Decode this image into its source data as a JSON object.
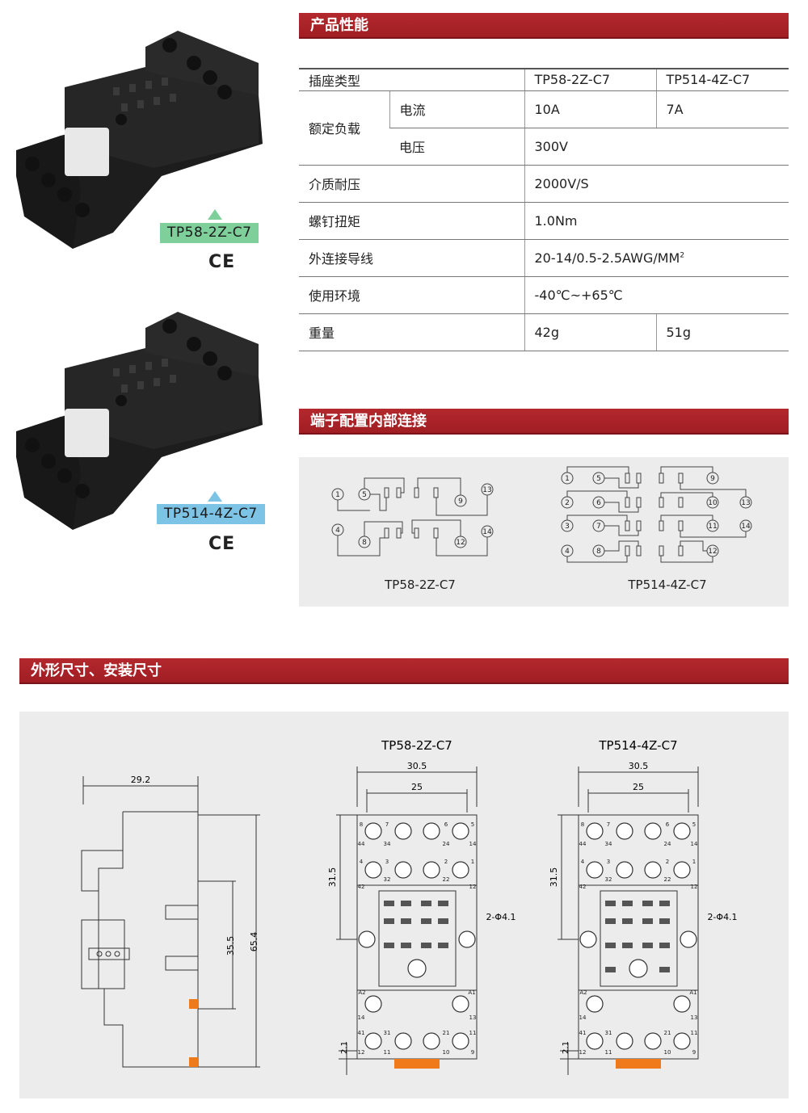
{
  "sections": {
    "performance": "产品性能",
    "terminal": "端子配置内部连接",
    "dimensions": "外形尺寸、安装尺寸"
  },
  "products": [
    {
      "model": "TP58-2Z-C7",
      "cert": "CE",
      "tag_color": "#7fcf9a"
    },
    {
      "model": "TP514-4Z-C7",
      "cert": "CE",
      "tag_color": "#7cc3e6"
    }
  ],
  "spec_table": {
    "header": {
      "label": "插座类型",
      "col1": "TP58-2Z-C7",
      "col2": "TP514-4Z-C7"
    },
    "rated_load": {
      "label": "额定负载",
      "current_label": "电流",
      "current_1": "10A",
      "current_2": "7A",
      "voltage_label": "电压",
      "voltage": "300V"
    },
    "dielectric": {
      "label": "介质耐压",
      "value": "2000V/S"
    },
    "torque": {
      "label": "螺钉扭矩",
      "value": "1.0Nm"
    },
    "wire": {
      "label": "外连接导线",
      "value": "20-14/0.5-2.5AWG/MM",
      "sup": "2"
    },
    "env": {
      "label": "使用环境",
      "value": "-40℃~+65℃"
    },
    "weight": {
      "label": "重量",
      "value_1": "42g",
      "value_2": "51g"
    }
  },
  "wiring": {
    "left_label": "TP58-2Z-C7",
    "right_label": "TP514-4Z-C7",
    "left_terminals": [
      "1",
      "5",
      "9",
      "13",
      "4",
      "8",
      "12",
      "14"
    ],
    "right_terminals": [
      "1",
      "5",
      "9",
      "2",
      "6",
      "10",
      "13",
      "3",
      "7",
      "11",
      "14",
      "4",
      "8",
      "12"
    ]
  },
  "dimensions": {
    "side": {
      "width": "29.2",
      "height_inner": "35.5",
      "height_total": "65.4"
    },
    "top_left": {
      "title": "TP58-2Z-C7",
      "w_outer": "30.5",
      "w_inner": "25",
      "h": "31.5",
      "hole": "2-Φ4.1",
      "rail": "2.1"
    },
    "top_right": {
      "title": "TP514-4Z-C7",
      "w_outer": "30.5",
      "w_inner": "25",
      "h": "31.5",
      "hole": "2-Φ4.1",
      "rail": "2.1"
    },
    "terminal_marks": {
      "t8": "8",
      "t7": "7",
      "t6": "6",
      "t5": "5",
      "t44": "44",
      "t34": "34",
      "t24": "24",
      "t14": "14",
      "t4": "4",
      "t3": "3",
      "t2": "2",
      "t1": "1",
      "t32": "32",
      "t22": "22",
      "t42": "42",
      "t12": "12",
      "tA2": "A2",
      "tA1": "A1",
      "t13": "13",
      "t41": "41",
      "t31": "31",
      "t21": "21",
      "t11": "11",
      "t10": "10",
      "t9": "9"
    }
  },
  "colors": {
    "accent": "#a01e23",
    "panel": "#ececec",
    "orange": "#f07a1a"
  }
}
